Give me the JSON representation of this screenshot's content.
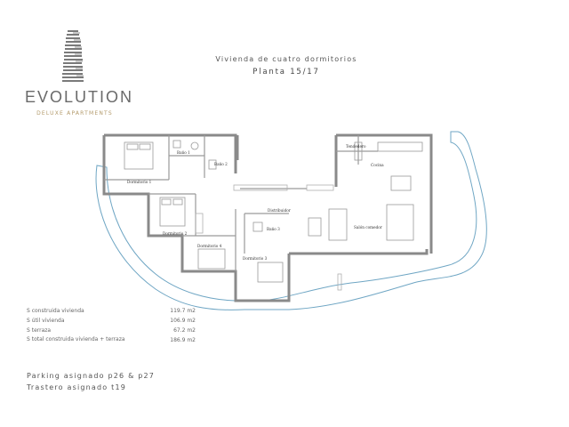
{
  "brand": {
    "name": "EVOLUTION",
    "subtitle": "DELUXE APARTMENTS"
  },
  "header": {
    "title": "Vivienda de cuatro dormitorios",
    "floor": "Planta 15/17"
  },
  "rooms": {
    "dorm1": "Dormitorio 1",
    "dorm2": "Dormitorio 2",
    "dorm3": "Dormitorio 3",
    "dorm4": "Dormitorio 4",
    "bano1": "Baño 1",
    "bano2": "Baño 2",
    "bano3": "Baño 3",
    "distribuidor": "Distribuidor",
    "salon": "Salón comedor",
    "cocina": "Cocina",
    "tendedero": "Tendedero"
  },
  "stats": [
    {
      "label": "S construida vivienda",
      "value": "119.7 m2"
    },
    {
      "label": "S útil vivienda",
      "value": "106.9 m2"
    },
    {
      "label": "S terraza",
      "value": "67.2 m2"
    },
    {
      "label": "S total construida vivienda + terraza",
      "value": "186.9 m2"
    }
  ],
  "parking": "Parking asignado p26 & p27",
  "storage": "Trastero asignado t19",
  "colors": {
    "wall": "#8a8a8a",
    "terrace_line": "#6fa6c4",
    "accent": "#b39a6b"
  }
}
